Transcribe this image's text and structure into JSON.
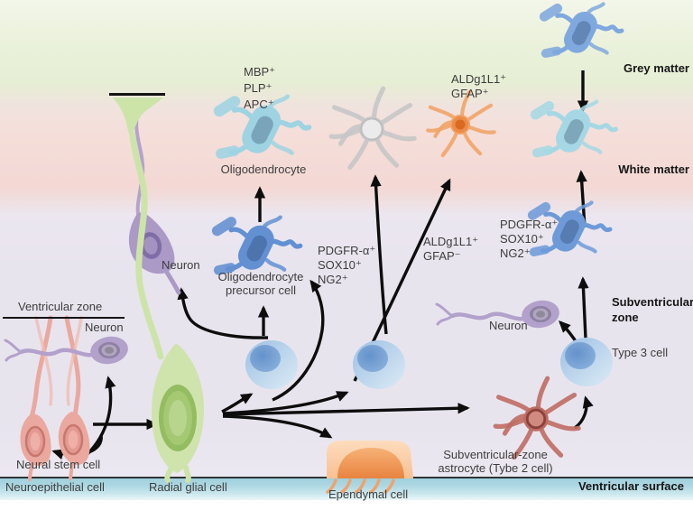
{
  "figure": {
    "description": "Neural stem cell lineage diagram across brain zones"
  },
  "zones": {
    "grey_matter": {
      "label": "Grey matter",
      "color": "#e6eed4"
    },
    "white_matter": {
      "label": "White matter",
      "color": "#f3d8d4"
    },
    "subventricular_zone": {
      "label": "Subventricular\nzone",
      "color": "#e8e4ee"
    },
    "ventricular_zone": {
      "label": "Ventricular zone"
    },
    "ventricular_surface": {
      "label": "Ventricular surface",
      "color": "#a5d2de"
    }
  },
  "cells": {
    "neural_stem_cell": {
      "label": "Neural stem cell",
      "color": "#eaa89f"
    },
    "neuroepithelial_cell": {
      "label": "Neuroepithelial cell"
    },
    "radial_glial_cell": {
      "label": "Radial glial cell",
      "color": "#cfe4ad"
    },
    "neuron": {
      "label": "Neuron",
      "color": "#b2a1cb"
    },
    "oligodendrocyte_precursor_cell": {
      "label": "Oligodendrocyte\nprecursor cell",
      "color": "#6290d2",
      "markers": [
        "PDGFR-α⁺",
        "SOX10⁺",
        "NG2⁺"
      ]
    },
    "oligodendrocyte": {
      "label": "Oligodendrocyte",
      "color": "#9ed3e2",
      "markers": [
        "MBP⁺",
        "PLP⁺",
        "APC⁺"
      ]
    },
    "astrocyte_gfap_positive": {
      "markers": [
        "ALDg1L1⁺",
        "GFAP⁺"
      ],
      "color": "#f0a060"
    },
    "astrocyte_gfap_negative": {
      "markers": [
        "ALDg1L1⁺",
        "GFAP⁻"
      ]
    },
    "type_3_cell": {
      "label": "Type 3 cell",
      "color": "#87b1dd"
    },
    "svz_astrocyte": {
      "label": "Subventricular-zone\nastrocyte (Tybe 2 cell)",
      "color": "#bf6b63"
    },
    "ependymal_cell": {
      "label": "Ependymal cell",
      "color": "#f5a86b"
    }
  }
}
